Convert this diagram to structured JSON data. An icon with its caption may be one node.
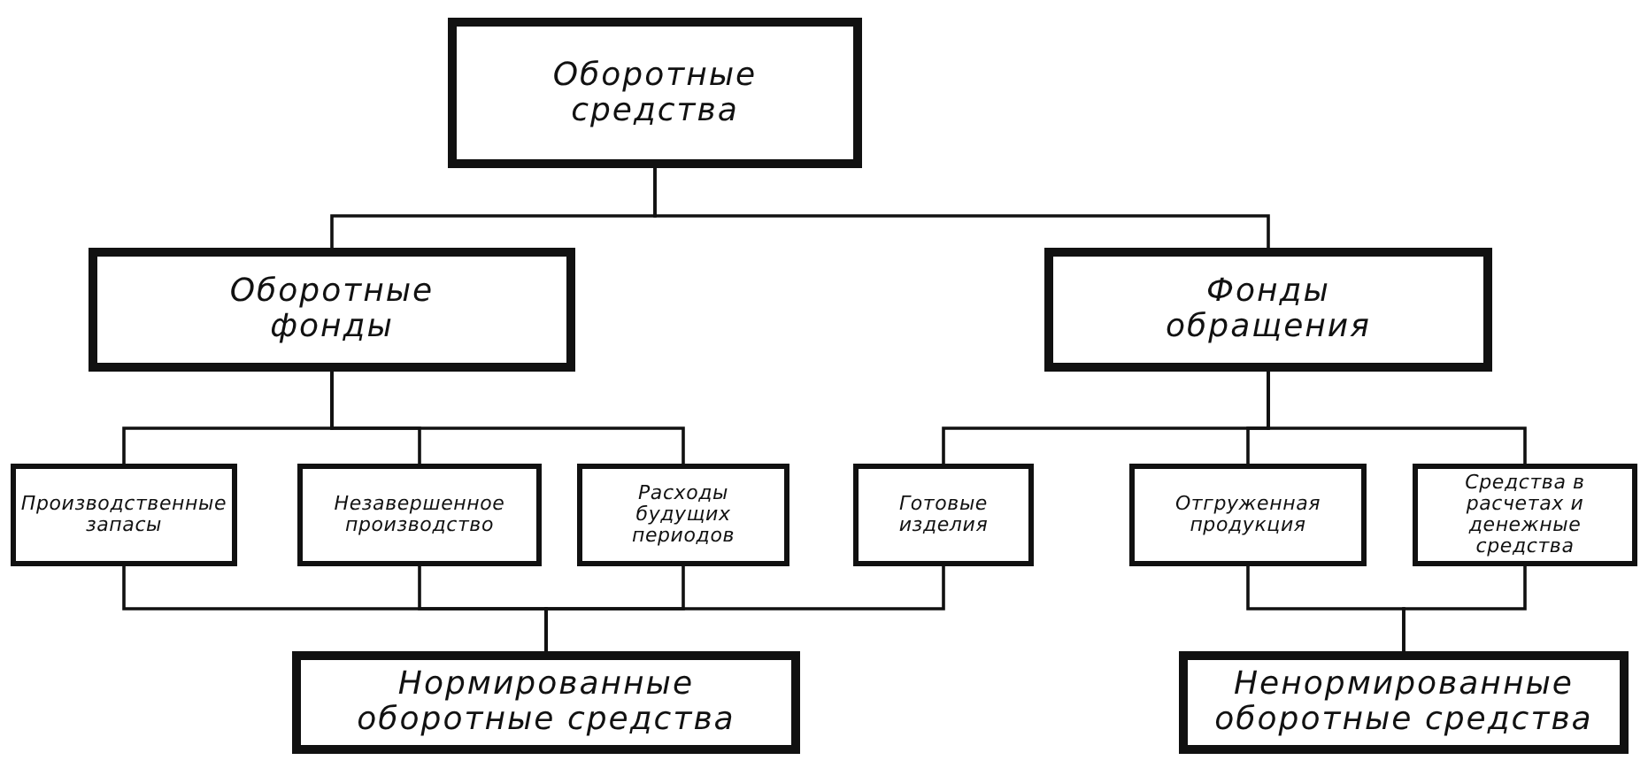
{
  "diagram": {
    "nodes": [
      {
        "text": [
          "Оборотные средства"
        ]
      },
      {
        "text": [
          "Оборотные фонды"
        ]
      },
      {
        "text": [
          "Фонды обращения"
        ]
      },
      {
        "text": [
          "Производственные запасы"
        ]
      },
      {
        "text": [
          "Незавершенное производство"
        ]
      },
      {
        "text": [
          "Расходы будущих периодов"
        ]
      },
      {
        "text": [
          "Готовые изделия"
        ]
      },
      {
        "text": [
          "Отгруженная продукция"
        ]
      },
      {
        "text": [
          "Средства в расчетах и денежные средства"
        ]
      },
      {
        "text": [
          "Нормированные оборотные средства"
        ]
      },
      {
        "text": [
          "Ненормированные оборотные средства"
        ]
      }
    ],
    "edges": [
      {
        "from": 0,
        "to": 1,
        "arrow": "none"
      },
      {
        "from": 0,
        "to": 2,
        "arrow": "none"
      },
      {
        "from": 1,
        "to": 3,
        "arrow": "none"
      },
      {
        "from": 1,
        "to": 4,
        "arrow": "none"
      },
      {
        "from": 1,
        "to": 5,
        "arrow": "none"
      },
      {
        "from": 2,
        "to": 6,
        "arrow": "none"
      },
      {
        "from": 2,
        "to": 7,
        "arrow": "none"
      },
      {
        "from": 2,
        "to": 8,
        "arrow": "none"
      },
      {
        "from": 3,
        "to": 9,
        "arrow": "none"
      },
      {
        "from": 4,
        "to": 9,
        "arrow": "none"
      },
      {
        "from": 5,
        "to": 9,
        "arrow": "none"
      },
      {
        "from": 6,
        "to": 9,
        "arrow": "none"
      },
      {
        "from": 7,
        "to": 10,
        "arrow": "none"
      },
      {
        "from": 8,
        "to": 10,
        "arrow": "none"
      }
    ]
  }
}
